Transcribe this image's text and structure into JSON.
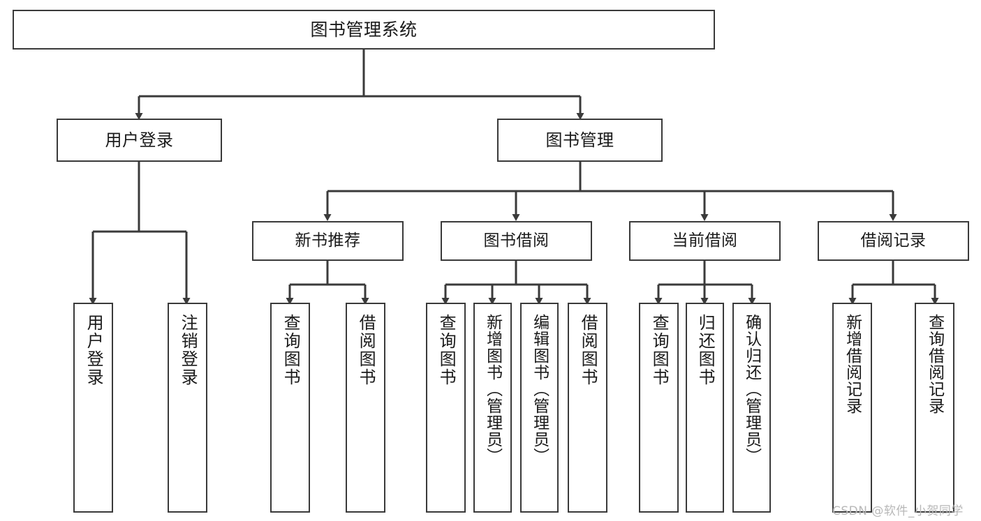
{
  "diagram": {
    "title": "图书管理系统",
    "type": "hierarchy-tree",
    "nodes": {
      "root": {
        "label": "图书管理系统"
      },
      "level1": [
        {
          "id": "user-login",
          "label": "用户登录"
        },
        {
          "id": "book-management",
          "label": "图书管理"
        }
      ],
      "level2": [
        {
          "id": "new-book-recommend",
          "label": "新书推荐"
        },
        {
          "id": "book-borrow",
          "label": "图书借阅"
        },
        {
          "id": "current-borrow",
          "label": "当前借阅"
        },
        {
          "id": "borrow-record",
          "label": "借阅记录"
        }
      ],
      "leaves": [
        {
          "id": "leaf-user-login",
          "label": "用户登录"
        },
        {
          "id": "leaf-logout-login",
          "label": "注销登录"
        },
        {
          "id": "leaf-query-book-1",
          "label": "查询图书"
        },
        {
          "id": "leaf-borrow-book-1",
          "label": "借阅图书"
        },
        {
          "id": "leaf-query-book-2",
          "label": "查询图书"
        },
        {
          "id": "leaf-add-book",
          "label": "新增图书（管理员）"
        },
        {
          "id": "leaf-edit-book",
          "label": "编辑图书（管理员）"
        },
        {
          "id": "leaf-borrow-book-2",
          "label": "借阅图书"
        },
        {
          "id": "leaf-query-book-3",
          "label": "查询图书"
        },
        {
          "id": "leaf-return-book",
          "label": "归还图书"
        },
        {
          "id": "leaf-confirm-return",
          "label": "确认归还（管理员）"
        },
        {
          "id": "leaf-add-borrow-record",
          "label": "新增借阅记录"
        },
        {
          "id": "leaf-query-borrow-record",
          "label": "查询借阅记录"
        }
      ]
    },
    "watermark": "CSDN @软件_小贺同学",
    "colors": {
      "stroke": "#3a3a3a",
      "fill": "#ffffff",
      "text": "#1a1a1a",
      "watermark": "#b8b8b8"
    }
  }
}
